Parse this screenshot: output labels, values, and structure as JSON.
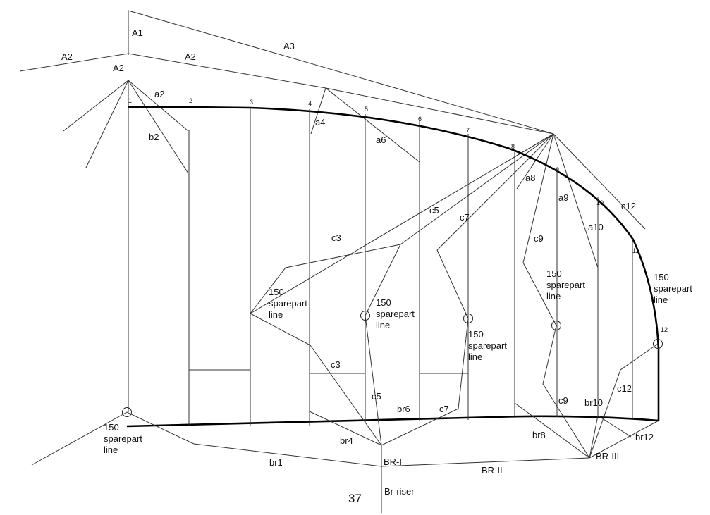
{
  "diagram": {
    "labels": {
      "A1": "A1",
      "A2": "A2",
      "A3": "A3",
      "a2": "a2",
      "b2": "b2",
      "a4": "a4",
      "a6": "a6",
      "a8": "a8",
      "a9": "a9",
      "a10": "a10",
      "c3": "c3",
      "c5": "c5",
      "c7": "c7",
      "c9": "c9",
      "c12": "c12",
      "br1": "br1",
      "br4": "br4",
      "br6": "br6",
      "br8": "br8",
      "br10": "br10",
      "br12": "br12",
      "BR-I": "BR-I",
      "BR-II": "BR-II",
      "BR-III": "BR-III",
      "Br-riser": "Br-riser"
    },
    "point_numbers": [
      "1",
      "2",
      "3",
      "4",
      "5",
      "6",
      "7",
      "8",
      "9",
      "10",
      "11",
      "12"
    ],
    "sparepart_line": [
      "150",
      "sparepart",
      "line"
    ],
    "page_number": "37"
  }
}
